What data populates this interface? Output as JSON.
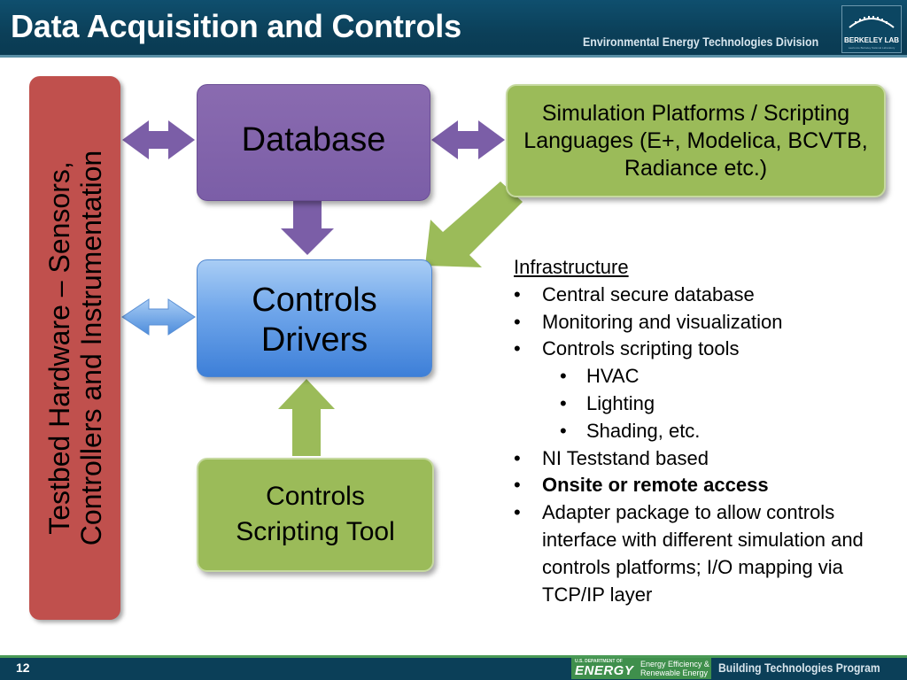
{
  "header": {
    "title": "Data Acquisition and Controls",
    "division": "Environmental Energy Technologies Division",
    "logo_text": "BERKELEY LAB",
    "logo_subtext": "Lawrence Berkeley National Laboratory"
  },
  "testbed": {
    "line1": "Testbed Hardware – Sensors,",
    "line2": "Controllers and Instrumentation"
  },
  "boxes": {
    "database": "Database",
    "controls_drivers_line1": "Controls",
    "controls_drivers_line2": "Drivers",
    "scripting_tool_line1": "Controls",
    "scripting_tool_line2": "Scripting Tool",
    "simulation": "Simulation Platforms / Scripting Languages (E+, Modelica, BCVTB, Radiance etc.)"
  },
  "infrastructure": {
    "heading": "Infrastructure",
    "bullet": "•",
    "items": [
      "Central secure database",
      "Monitoring and visualization",
      "Controls scripting tools",
      "NI Teststand based",
      "Onsite or remote access",
      "Adapter package to allow controls interface with different simulation and controls platforms; I/O mapping via TCP/IP layer"
    ],
    "subitems": [
      "HVAC",
      "Lighting",
      "Shading, etc."
    ]
  },
  "footer": {
    "page_number": "12",
    "doe_small": "U.S. DEPARTMENT OF",
    "doe_energy": "ENERGY",
    "eere": "Energy Efficiency & Renewable Energy",
    "program": "Building Technologies Program"
  },
  "colors": {
    "header_bg": "#0b3f58",
    "testbed_red": "#c0504d",
    "database_purple": "#7b5ea7",
    "drivers_blue": "#4f86cf",
    "green": "#9bbb59"
  }
}
